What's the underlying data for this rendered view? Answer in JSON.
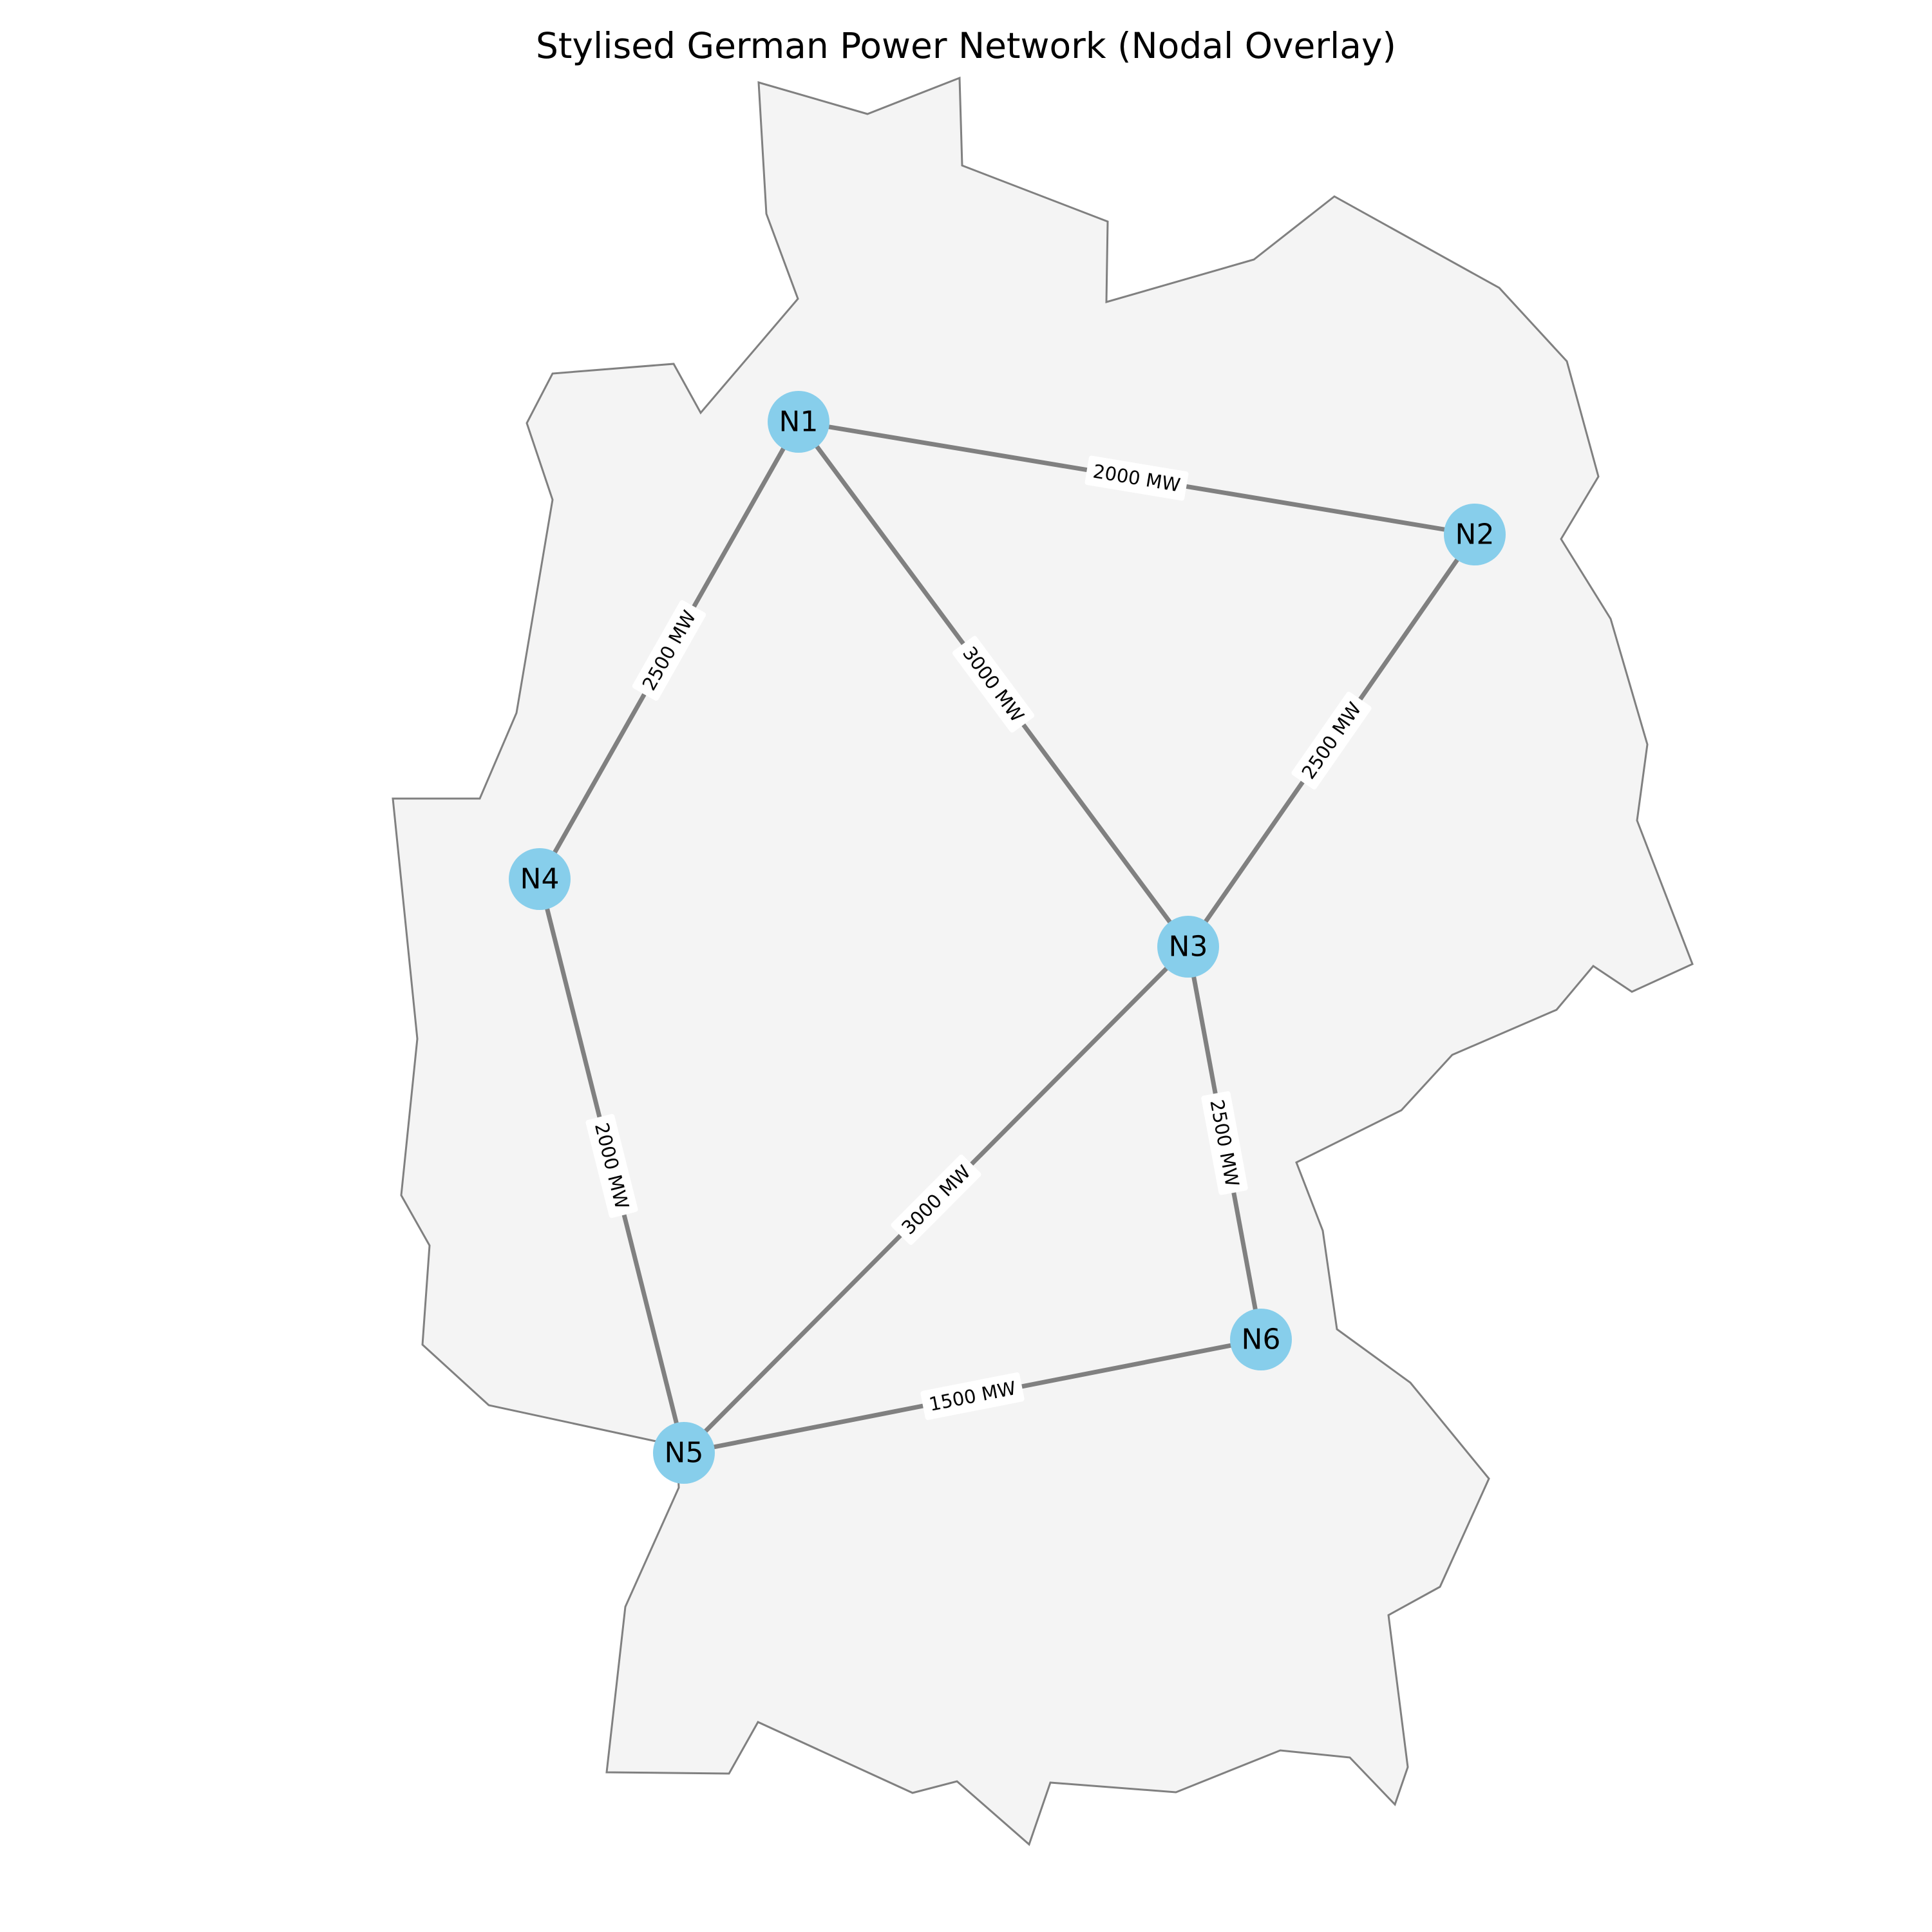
{
  "title": "Stylised German Power Network (Nodal Overlay)",
  "colors": {
    "node_fill": "#87ceeb",
    "edge_stroke": "#808080",
    "region_fill": "#f4f4f4",
    "region_stroke": "#808080",
    "label_box": "#ffffff"
  },
  "nodes": [
    {
      "id": "N1"
    },
    {
      "id": "N2"
    },
    {
      "id": "N3"
    },
    {
      "id": "N4"
    },
    {
      "id": "N5"
    },
    {
      "id": "N6"
    }
  ],
  "edges": [
    {
      "from": "N1",
      "to": "N2",
      "capacity_label": "2000 MW"
    },
    {
      "from": "N1",
      "to": "N3",
      "capacity_label": "3000 MW"
    },
    {
      "from": "N1",
      "to": "N4",
      "capacity_label": "2500 MW"
    },
    {
      "from": "N2",
      "to": "N3",
      "capacity_label": "2500 MW"
    },
    {
      "from": "N3",
      "to": "N5",
      "capacity_label": "3000 MW"
    },
    {
      "from": "N3",
      "to": "N6",
      "capacity_label": "2500 MW"
    },
    {
      "from": "N4",
      "to": "N5",
      "capacity_label": "2000 MW"
    },
    {
      "from": "N5",
      "to": "N6",
      "capacity_label": "1500 MW"
    }
  ]
}
